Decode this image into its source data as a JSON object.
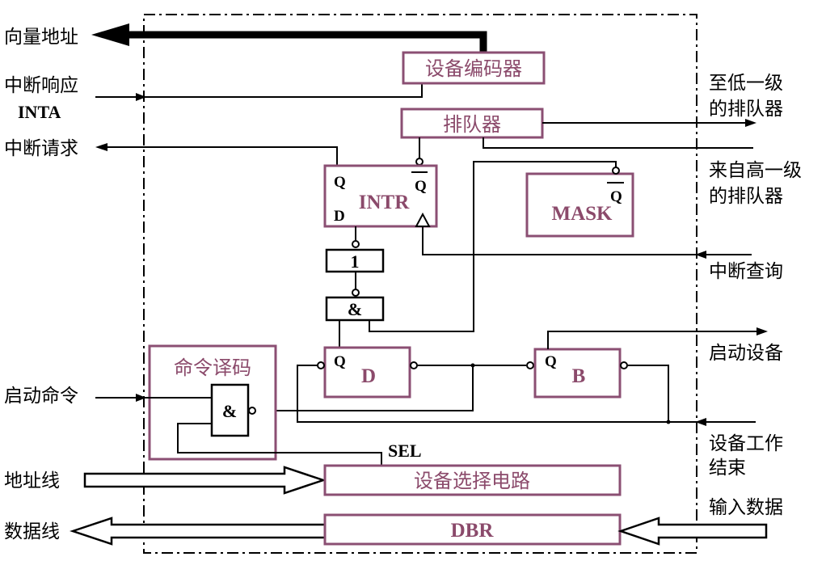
{
  "left_labels": {
    "vector_address": "向量地址",
    "int_ack": "中断响应",
    "inta": "INTA",
    "int_request": "中断请求",
    "start_cmd": "启动命令",
    "address_line": "地址线",
    "data_line": "数据线"
  },
  "right_labels": {
    "to_lower_1": "至低一级",
    "to_lower_2": "的排队器",
    "from_higher_1": "来自高一级",
    "from_higher_2": "的排队器",
    "int_query": "中断查询",
    "start_device": "启动设备",
    "device_done_1": "设备工作",
    "device_done_2": "结束",
    "input_data": "输入数据"
  },
  "blocks": {
    "encoder": "设备编码器",
    "queue": "排队器",
    "intr": "INTR",
    "mask": "MASK",
    "or_gate": "1",
    "and_gate": "&",
    "d_ff": "D",
    "b_ff": "B",
    "decoder": "命令译码",
    "decoder_and": "&",
    "select": "设备选择电路",
    "dbr": "DBR"
  },
  "pins": {
    "q": "Q",
    "qbar": "Q",
    "d": "D",
    "sel": "SEL"
  },
  "colors": {
    "block_border": "#8b4f73",
    "block_text": "#8b4a6b",
    "line": "#000000"
  }
}
